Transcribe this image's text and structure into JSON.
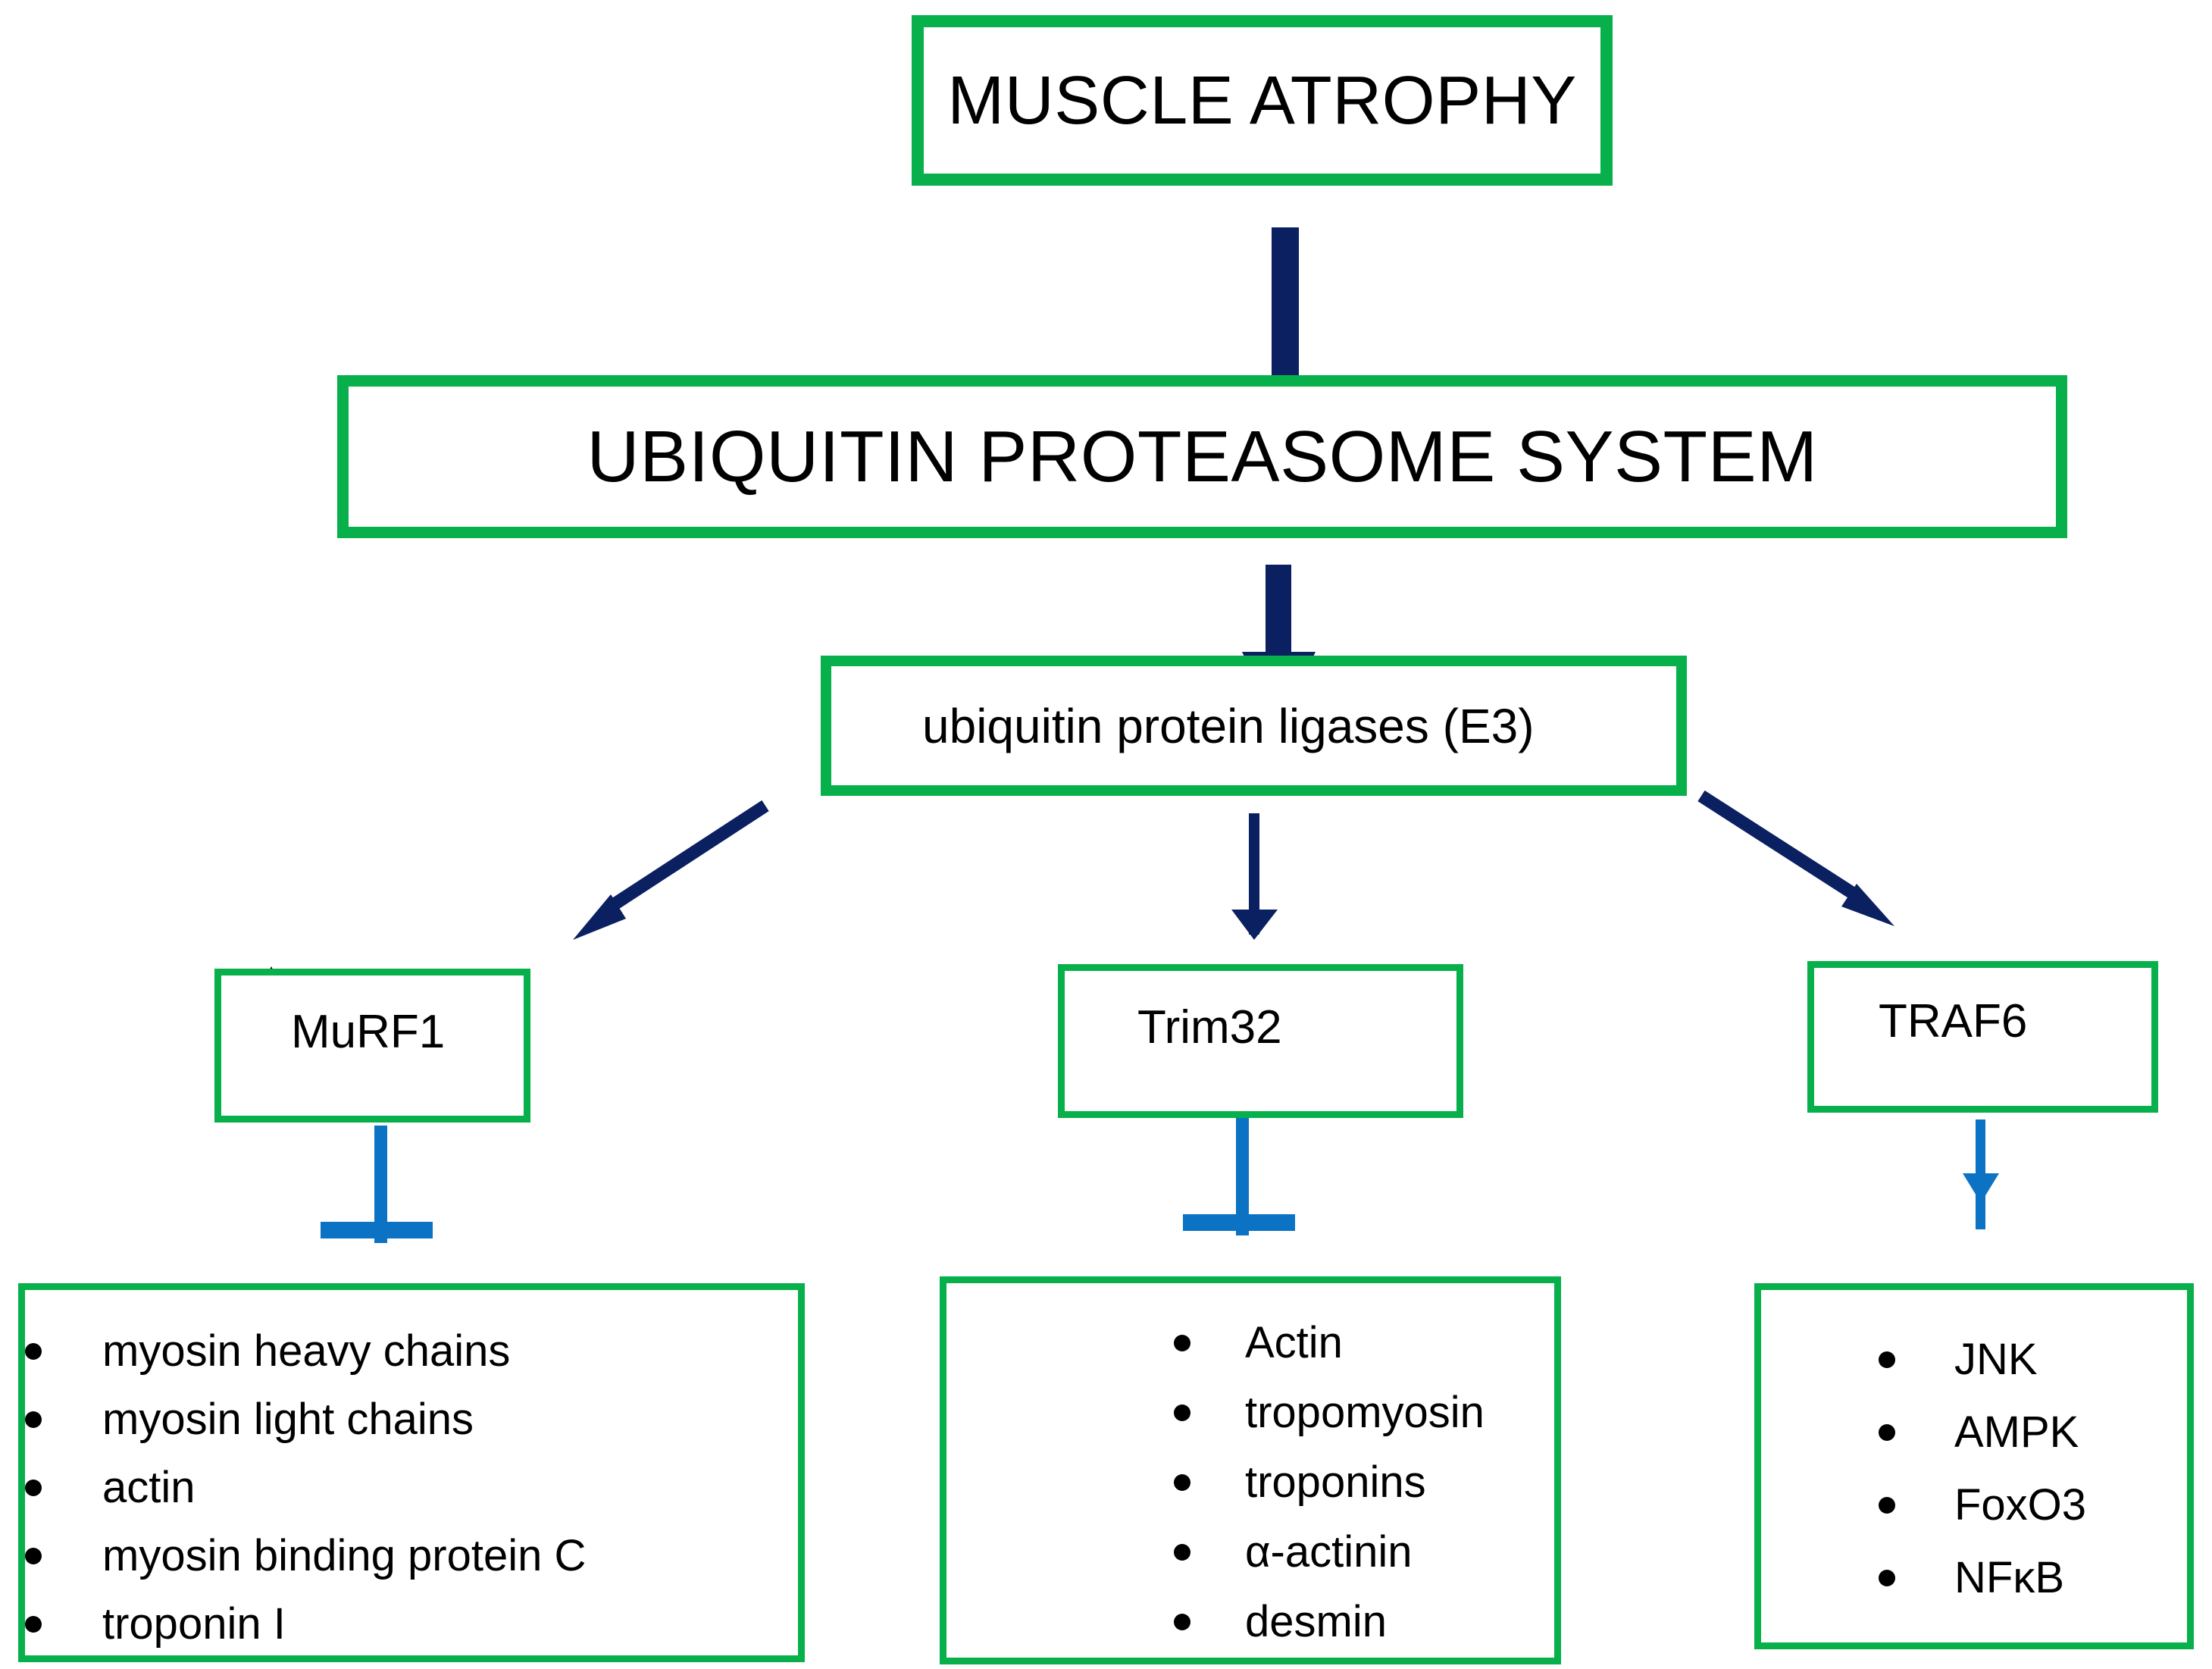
{
  "diagram": {
    "title_node": {
      "label": "MUSCLE ATROPHY"
    },
    "system_node": {
      "label": "UBIQUITIN PROTEASOME SYSTEM"
    },
    "ligase_node": {
      "label": "ubiquitin protein ligases (E3)",
      "arrow": "up-arrow-icon",
      "regulation": "increase"
    },
    "effectors": [
      {
        "label": "MuRF1",
        "arrow": "up-arrow-icon",
        "regulation": "increase"
      },
      {
        "label": "Trim32",
        "arrow": "up-arrow-icon",
        "regulation": "increase"
      },
      {
        "label": "TRAF6",
        "arrow": "up-arrow-icon",
        "regulation": "increase"
      }
    ],
    "targets": [
      {
        "owner": "MuRF1",
        "relation": "inhibition",
        "items": [
          "myosin heavy chains",
          "myosin light chains",
          "actin",
          "myosin binding protein C",
          "troponin I"
        ]
      },
      {
        "owner": "Trim32",
        "relation": "inhibition",
        "items": [
          "Actin",
          "tropomyosin",
          "troponins",
          "α-actinin",
          "desmin"
        ]
      },
      {
        "owner": "TRAF6",
        "relation": "activation",
        "items": [
          "JNK",
          "AMPK",
          "FoxO3",
          "NFκB"
        ]
      }
    ],
    "colors": {
      "box_border_green": "#07B04A",
      "flow_arrow_navy": "#0A2060",
      "regulation_blue": "#0B72C4",
      "text_black": "#000000",
      "background": "#FFFFFF"
    }
  }
}
